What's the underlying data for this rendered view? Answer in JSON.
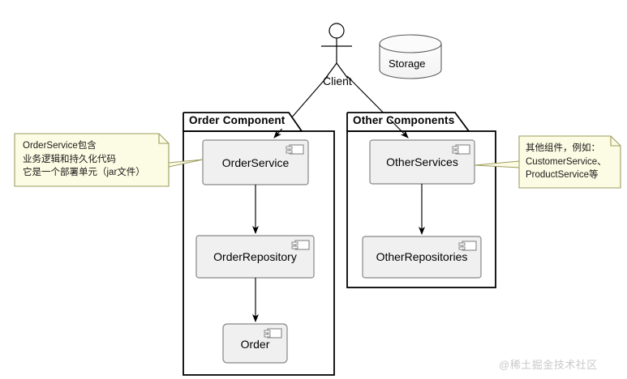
{
  "diagram": {
    "type": "uml-component-diagram",
    "background": "#ffffff",
    "actor": {
      "name": "Client",
      "label": "Client"
    },
    "storage": {
      "label": "Storage",
      "shape": "cylinder"
    },
    "packages": [
      {
        "id": "order-component",
        "title": "Order Component",
        "components": [
          {
            "id": "order-service",
            "label": "OrderService"
          },
          {
            "id": "order-repository",
            "label": "OrderRepository"
          },
          {
            "id": "order",
            "label": "Order"
          }
        ]
      },
      {
        "id": "other-components",
        "title": "Other Components",
        "components": [
          {
            "id": "other-services",
            "label": "OtherServices"
          },
          {
            "id": "other-repositories",
            "label": "OtherRepositories"
          }
        ]
      }
    ],
    "notes": [
      {
        "id": "note-order-service",
        "text": "OrderService包含\n业务逻辑和持久化代码\n它是一个部署单元（jar文件）",
        "fill": "#fcfbe3",
        "border": "#9d9d60",
        "attached_to": "order-service"
      },
      {
        "id": "note-other-components",
        "text": "其他组件，例如：\nCustomerService、\nProductService等",
        "fill": "#fcfbe3",
        "border": "#9d9d60",
        "attached_to": "other-services"
      }
    ],
    "connections": [
      {
        "from": "Client",
        "to": "OrderService",
        "style": "arrow"
      },
      {
        "from": "Client",
        "to": "OtherServices",
        "style": "arrow"
      },
      {
        "from": "OrderService",
        "to": "OrderRepository",
        "style": "arrow"
      },
      {
        "from": "OrderRepository",
        "to": "Order",
        "style": "arrow"
      },
      {
        "from": "OtherServices",
        "to": "OtherRepositories",
        "style": "arrow"
      }
    ],
    "colors": {
      "component_fill": "#f0f0f0",
      "component_border": "#878787",
      "package_border": "#000000",
      "line": "#000000",
      "note_fill": "#fcfbe3",
      "note_border": "#9d9d60"
    },
    "watermark": "@稀土掘金技术社区"
  }
}
